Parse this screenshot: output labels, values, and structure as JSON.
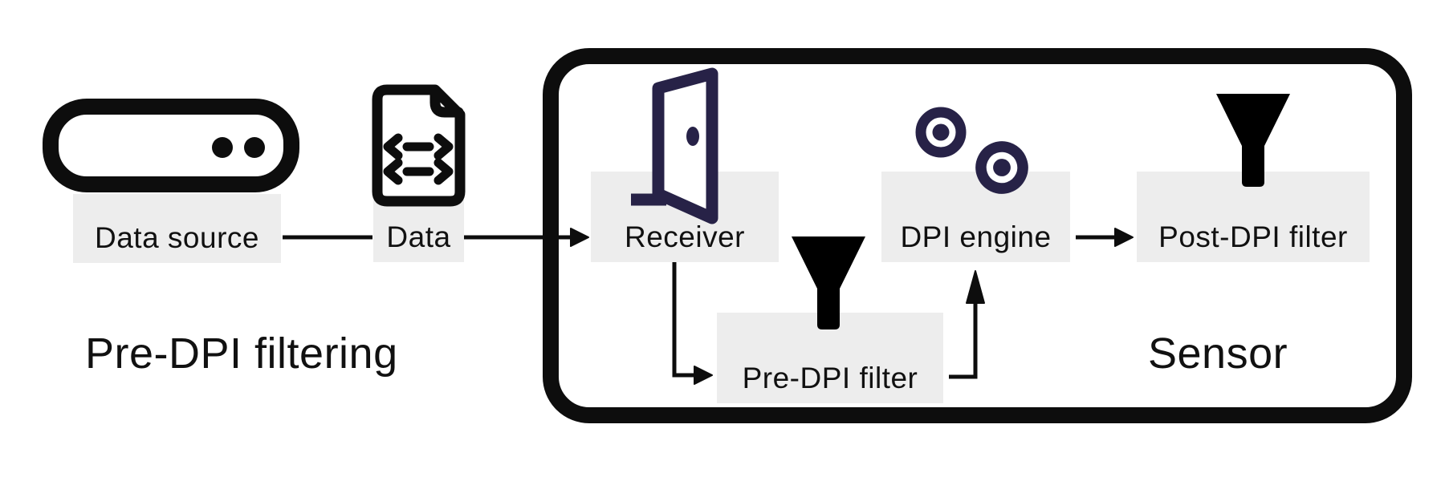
{
  "sections": {
    "pre_dpi_filtering_label": "Pre-DPI filtering",
    "sensor_label": "Sensor"
  },
  "nodes": {
    "data_source": {
      "label": "Data source",
      "icon": "server-icon"
    },
    "data": {
      "label": "Data",
      "icon": "file-code-icon"
    },
    "receiver": {
      "label": "Receiver",
      "icon": "door-open-icon"
    },
    "pre_dpi_filter": {
      "label": "Pre-DPI filter",
      "icon": "funnel-icon"
    },
    "dpi_engine": {
      "label": "DPI engine",
      "icon": "gears-icon"
    },
    "post_dpi_filter": {
      "label": "Post-DPI filter",
      "icon": "funnel-icon"
    }
  },
  "edges": [
    {
      "from": "data_source",
      "to": "data",
      "arrow": false
    },
    {
      "from": "data",
      "to": "receiver",
      "arrow": true
    },
    {
      "from": "receiver",
      "to": "pre_dpi_filter",
      "arrow": true
    },
    {
      "from": "pre_dpi_filter",
      "to": "dpi_engine",
      "arrow": true
    },
    {
      "from": "dpi_engine",
      "to": "post_dpi_filter",
      "arrow": true
    }
  ],
  "colors": {
    "icon_navy": "#272247",
    "icon_black": "#0d0d0d",
    "label_bg": "#ededed",
    "text": "#111111",
    "background": "#ffffff"
  }
}
